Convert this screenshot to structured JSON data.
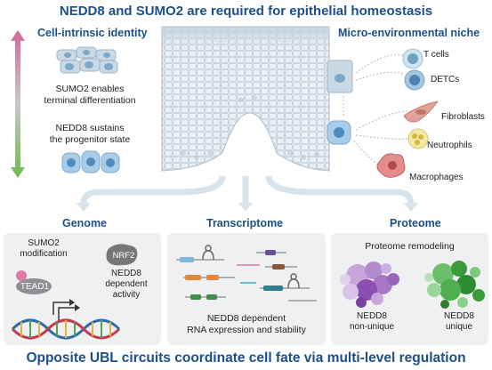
{
  "title": "NEDD8 and SUMO2 are required for epithelial homeostasis",
  "footer": "Opposite UBL circuits coordinate cell fate via multi-level regulation",
  "left_section": {
    "heading": "Cell-intrinsic identity",
    "sumo2_text_1": "SUMO2 enables",
    "sumo2_text_2": "terminal differentiation",
    "nedd8_text_1": "NEDD8 sustains",
    "nedd8_text_2": "the progenitor state"
  },
  "right_section": {
    "heading": "Micro-environmental niche",
    "cells": [
      "T cells",
      "DETCs",
      "Fibroblasts",
      "Neutrophils",
      "Macrophages"
    ]
  },
  "genome": {
    "heading": "Genome",
    "sumo2_label_1": "SUMO2",
    "sumo2_label_2": "modification",
    "tead1": "TEAD1",
    "nrf2": "NRF2",
    "nedd8_label_1": "NEDD8",
    "nedd8_label_2": "dependent",
    "nedd8_label_3": "activity"
  },
  "transcriptome": {
    "heading": "Transcriptome",
    "caption_1": "NEDD8 dependent",
    "caption_2": "RNA expression and stability"
  },
  "proteome": {
    "heading": "Proteome",
    "subheading": "Proteome remodeling",
    "nonunique_1": "NEDD8",
    "nonunique_2": "non-unique",
    "unique_1": "NEDD8",
    "unique_2": "unique"
  },
  "colors": {
    "title_blue": "#1d4f8a",
    "arrow_top": "#d6669a",
    "arrow_bottom": "#6dbb4a",
    "purple": "#8a4fb0",
    "green": "#3a9b3a"
  }
}
